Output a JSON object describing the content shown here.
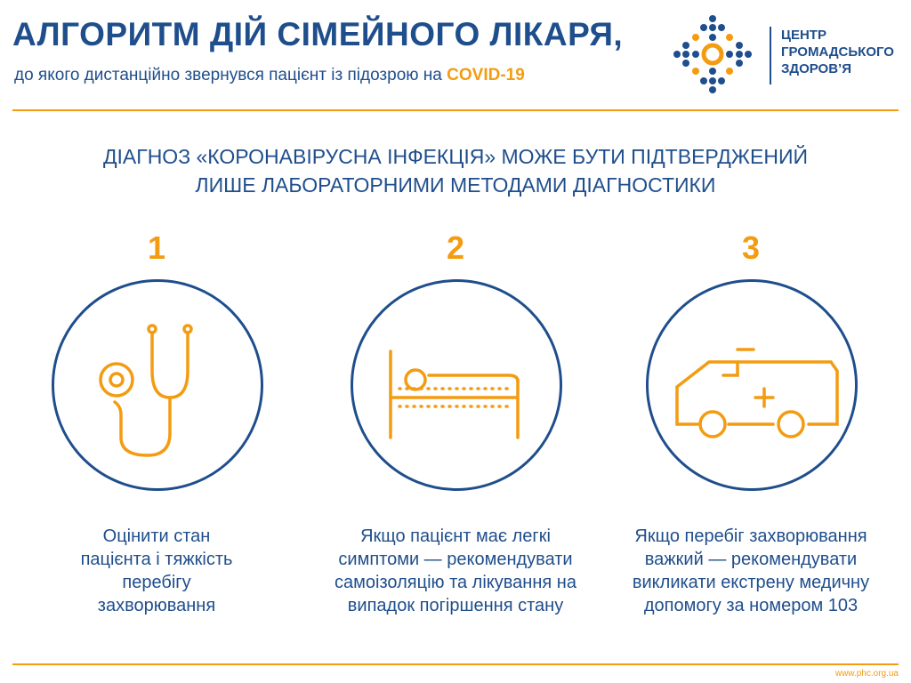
{
  "header": {
    "title": "АЛГОРИТМ ДІЙ СІМЕЙНОГО ЛІКАРЯ,",
    "subtitle": "до якого дистанційно звернувся пацієнт із підозрою на ",
    "subtitle_highlight": "COVID-19"
  },
  "logo": {
    "line1": "ЦЕНТР",
    "line2": "ГРОМАДСЬКОГО",
    "line3": "ЗДОРОВ’Я"
  },
  "headline": {
    "line1": "ДІАГНОЗ «КОРОНАВІРУСНА ІНФЕКЦІЯ» МОЖЕ БУТИ ПІДТВЕРДЖЕНИЙ",
    "line2": "ЛИШЕ ЛАБОРАТОРНИМИ МЕТОДАМИ ДІАГНОСТИКИ"
  },
  "steps": [
    {
      "number": "1",
      "icon": "stethoscope-icon",
      "lines": [
        "Оцінити стан",
        "пацієнта і тяжкість",
        "перебігу",
        "захворювання"
      ]
    },
    {
      "number": "2",
      "icon": "bed-icon",
      "lines": [
        "Якщо пацієнт має легкі",
        "симптоми — рекомендувати",
        "самоізоляцію та лікування на",
        "випадок погіршення стану"
      ]
    },
    {
      "number": "3",
      "icon": "ambulance-icon",
      "lines": [
        "Якщо перебіг захворювання",
        "важкий — рекомендувати",
        "викликати екстрену медичну",
        "допомогу за номером 103"
      ]
    }
  ],
  "footer": {
    "url": "www.phc.org.ua"
  },
  "colors": {
    "navy": "#1f4e8c",
    "orange": "#f39c12"
  }
}
